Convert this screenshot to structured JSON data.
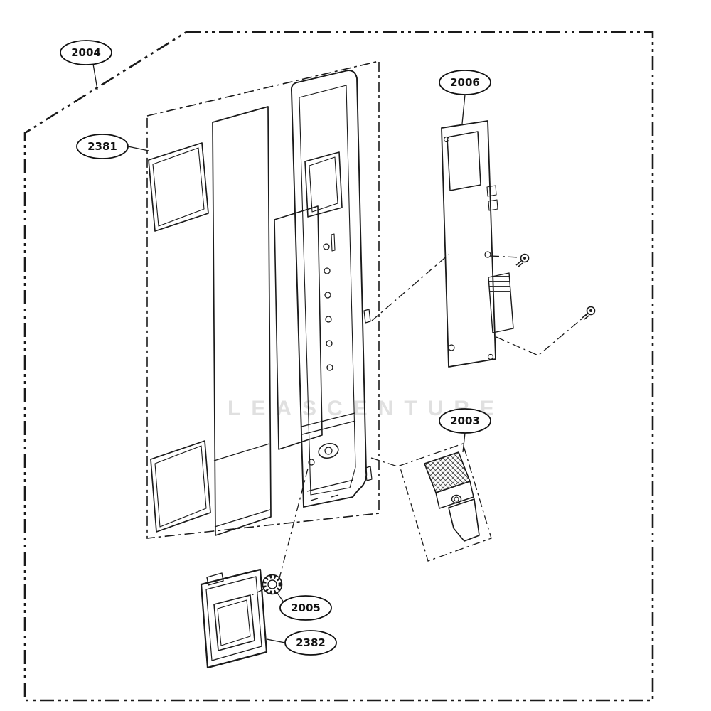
{
  "diagram": {
    "part_labels": [
      {
        "id": "2004",
        "text": "2004"
      },
      {
        "id": "2381",
        "text": "2381"
      },
      {
        "id": "2006",
        "text": "2006"
      },
      {
        "id": "2003",
        "text": "2003"
      },
      {
        "id": "2005",
        "text": "2005"
      },
      {
        "id": "2382",
        "text": "2382"
      }
    ],
    "watermark": "LEASCENTURE",
    "colors": {
      "line": "#1a1a1a",
      "background": "#ffffff",
      "watermark": "#c7c7c7"
    }
  }
}
